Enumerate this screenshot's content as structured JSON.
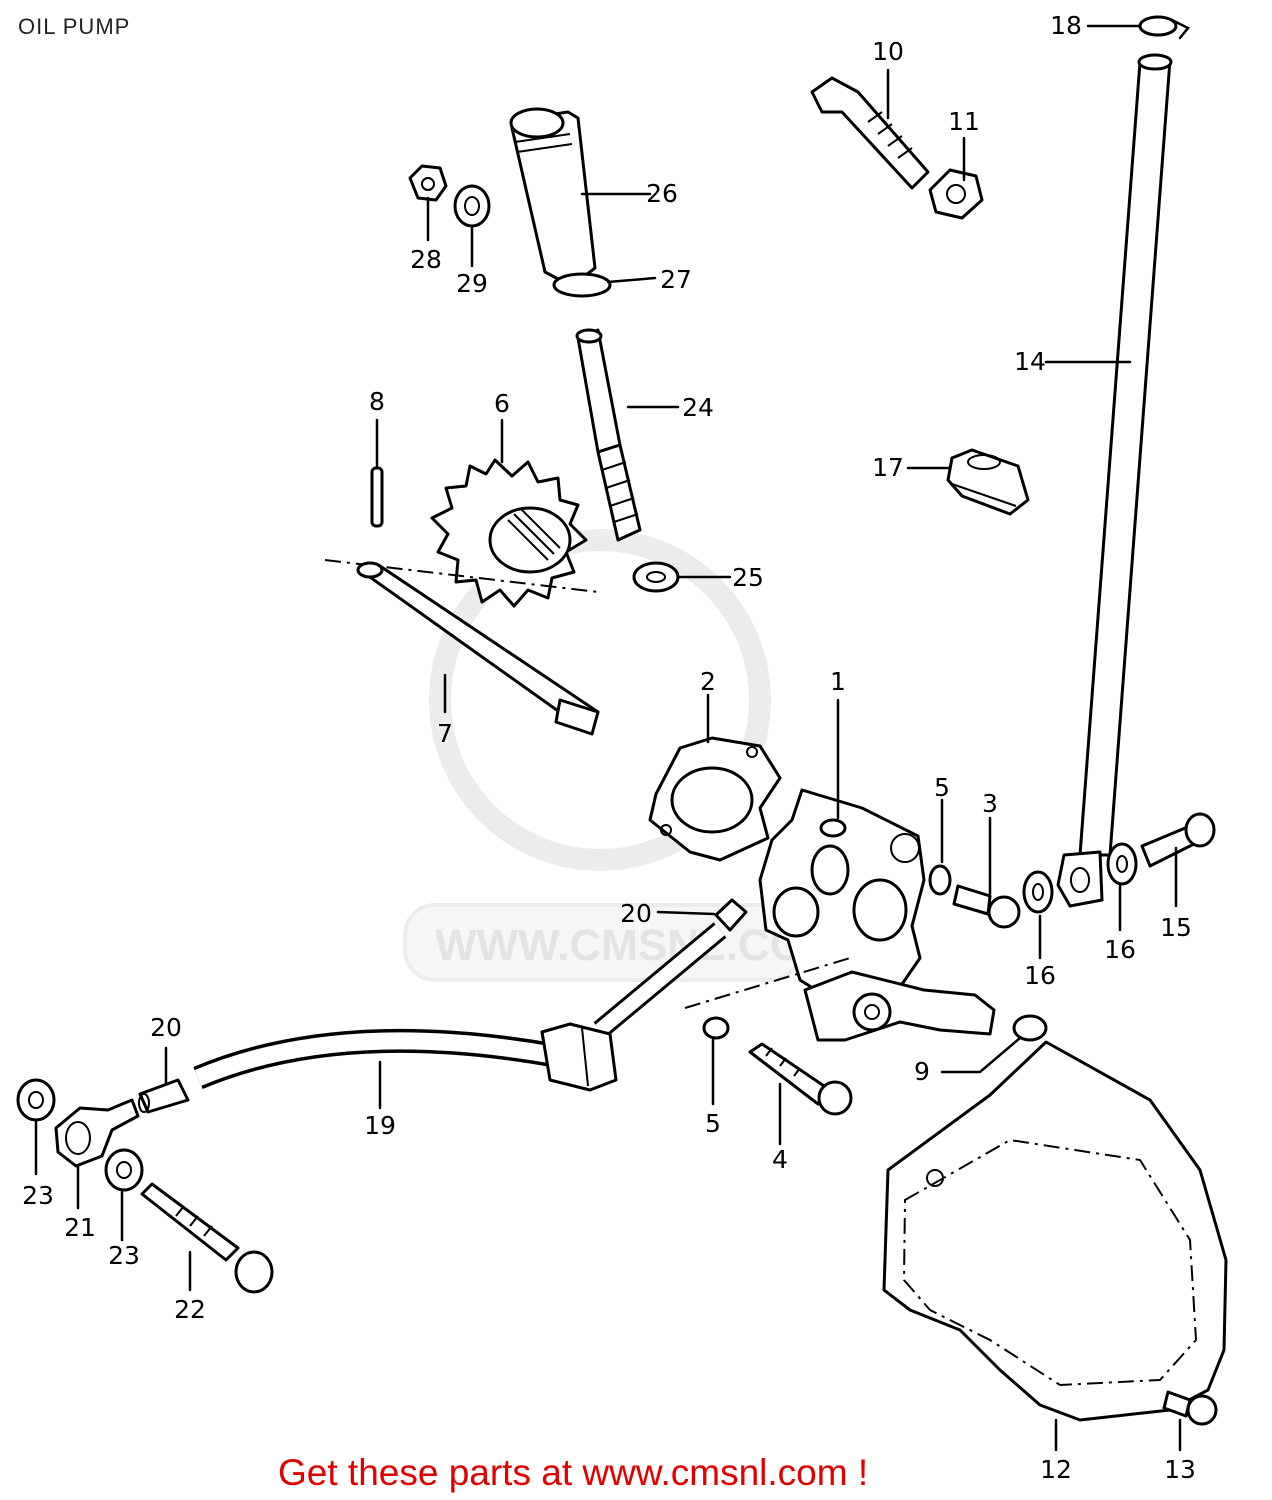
{
  "title": "OIL PUMP",
  "footer": "Get these parts at www.cmsnl.com !",
  "watermark": "WWW.CMSNL.COM",
  "colors": {
    "footer": "#e00000",
    "watermark": "#e4e4e4",
    "ink": "#000000"
  },
  "callouts": {
    "n1": "1",
    "n2": "2",
    "n3": "3",
    "n4": "4",
    "n5a": "5",
    "n5b": "5",
    "n6": "6",
    "n7": "7",
    "n8": "8",
    "n9": "9",
    "n10": "10",
    "n11": "11",
    "n12": "12",
    "n13": "13",
    "n14": "14",
    "n15": "15",
    "n16a": "16",
    "n16b": "16",
    "n17": "17",
    "n18": "18",
    "n19": "19",
    "n20a": "20",
    "n20b": "20",
    "n21": "21",
    "n22": "22",
    "n23a": "23",
    "n23b": "23",
    "n24": "24",
    "n25": "25",
    "n26": "26",
    "n27": "27",
    "n28": "28",
    "n29": "29"
  }
}
